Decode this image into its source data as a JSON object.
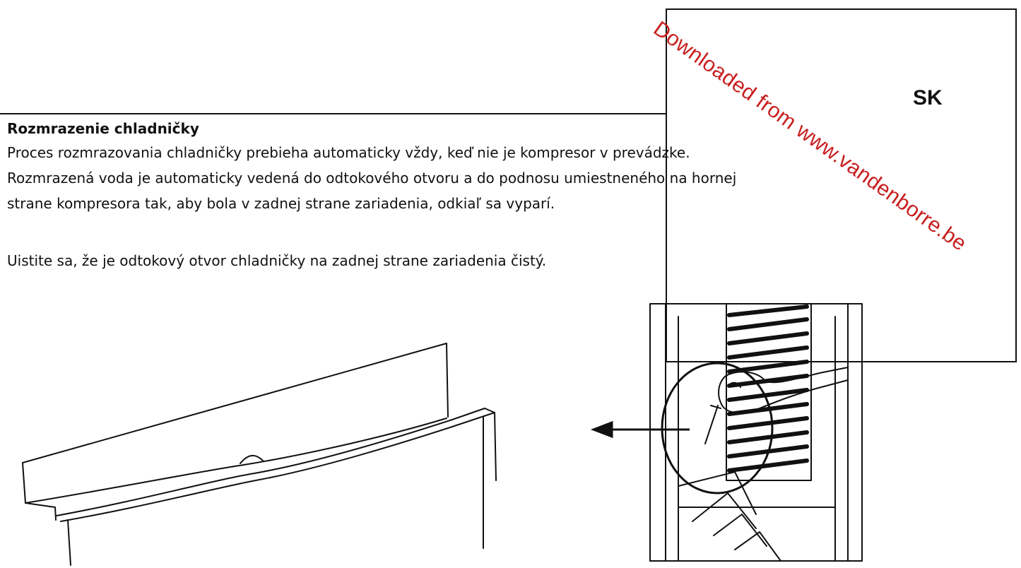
{
  "header": {
    "language_code": "SK"
  },
  "section": {
    "title": "Rozmrazenie chladničky",
    "paragraph1_lines": [
      "Proces rozmrazovania chladničky prebieha automaticky vždy, keď nie je kompresor v prevádzke.",
      "Rozmrazená voda je automaticky vedená do odtokového otvoru a do podnosu umiestneného na hornej",
      "strane kompresora tak, aby bola v zadnej strane zariadenia, odkiaľ sa vyparí."
    ],
    "paragraph2": "Uistite sa, že je odtokový otvor chladničky na zadnej strane zariadenia čistý."
  },
  "watermark": {
    "text": "Downloaded from www.vandenborre.be",
    "color": "#c81e1e"
  },
  "illustrations": {
    "left": "drain-channel-drawing",
    "right": "fridge-interior-cleaning-drain-drawing"
  }
}
